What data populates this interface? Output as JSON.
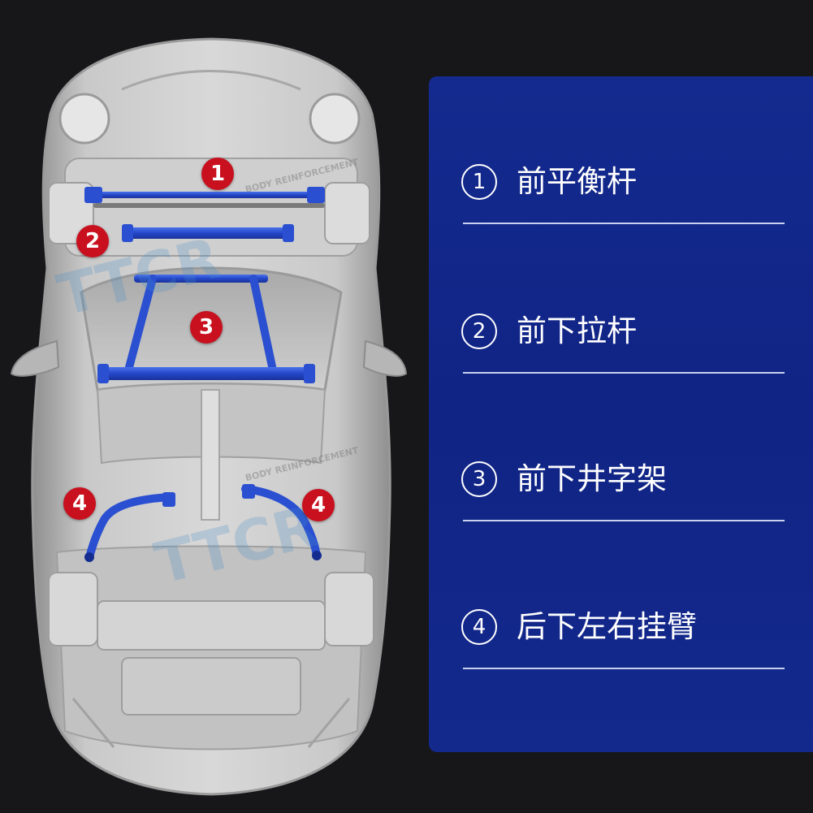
{
  "legend": [
    {
      "num": "1",
      "label": "前平衡杆"
    },
    {
      "num": "2",
      "label": "前下拉杆"
    },
    {
      "num": "3",
      "label": "前下井字架"
    },
    {
      "num": "4",
      "label": "后下左右挂臂"
    }
  ],
  "markers": [
    "1",
    "2",
    "3",
    "4",
    "4"
  ],
  "watermarks": {
    "text_small_1": "BODY REINFORCEMENT",
    "text_small_2": "BODY REINFORCEMENT",
    "logo": "TTCR"
  },
  "colors": {
    "background": "#17171a",
    "panel": "#132a8c",
    "marker": "#c8101e",
    "bar": "#2a4fd0",
    "car_body": "#bdbdbd"
  }
}
